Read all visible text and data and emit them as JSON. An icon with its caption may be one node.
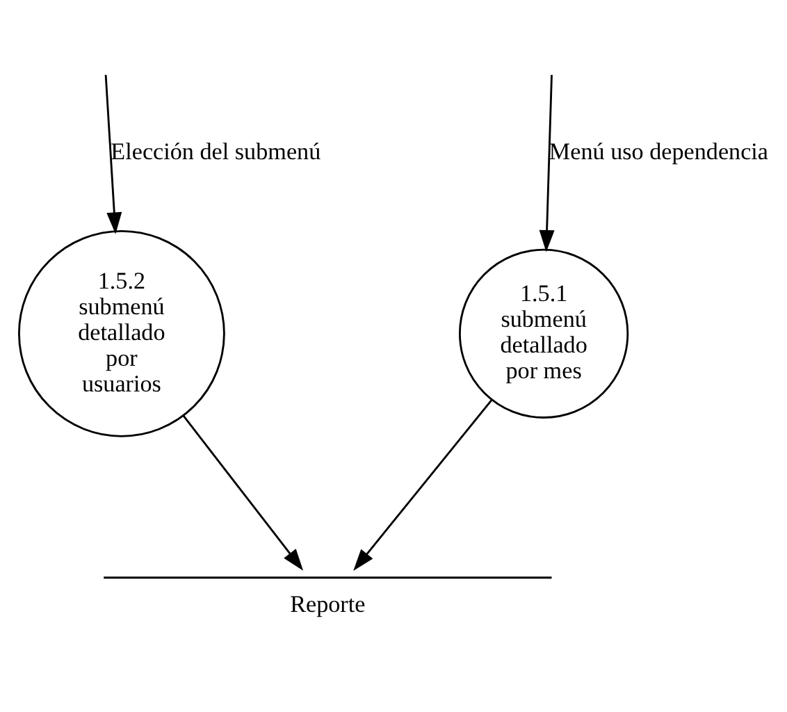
{
  "diagram": {
    "nodes": [
      {
        "text": [
          "1.5.1 submenú detallado por mes"
        ]
      },
      {
        "text": [
          "1.5.2 submenú detallado por usuarios"
        ]
      },
      {
        "text": [
          "Reporte"
        ]
      }
    ],
    "edges": [
      {
        "from": null,
        "to": 0,
        "arrow": "to",
        "label": "Menú uso dependencia"
      },
      {
        "from": null,
        "to": 1,
        "arrow": "to",
        "label": "Elección del submenú"
      },
      {
        "from": 0,
        "to": 2,
        "arrow": "to"
      },
      {
        "from": 1,
        "to": 2,
        "arrow": "to"
      }
    ]
  }
}
